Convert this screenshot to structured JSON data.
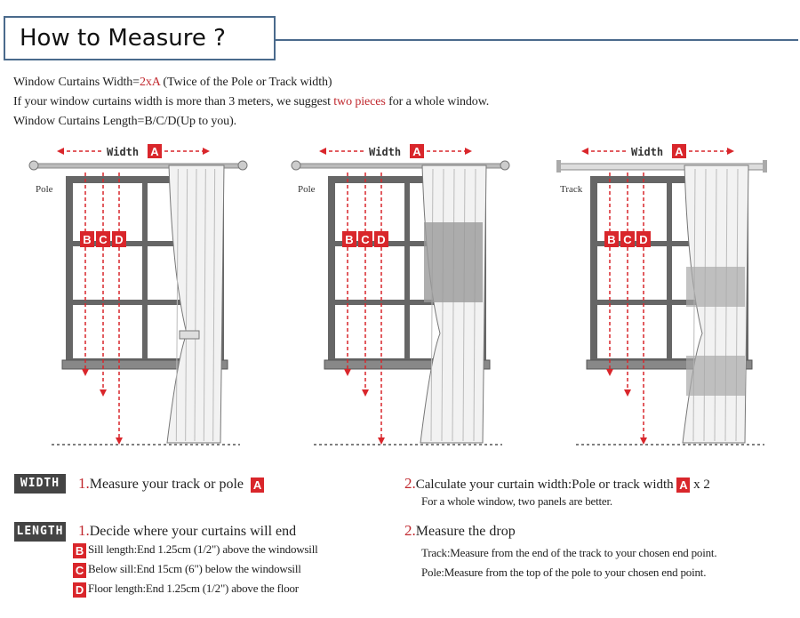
{
  "header": {
    "title": "How to Measure ?"
  },
  "intro": {
    "line1_prefix": "Window Curtains Width=",
    "line1_red": "2xA",
    "line1_suffix": " (Twice of the Pole or Track width)",
    "line2_prefix": "If your window curtains width is more than 3 meters, we suggest ",
    "line2_red": "two pieces",
    "line2_suffix": " for a whole window.",
    "line3": "Window Curtains Length=B/C/D(Up to you)."
  },
  "diagrams": [
    {
      "width_label": "Width",
      "rail_label": "Pole",
      "marker_a": "A",
      "marker_b": "B",
      "marker_c": "C",
      "marker_d": "D"
    },
    {
      "width_label": "Width",
      "rail_label": "Pole",
      "marker_a": "A",
      "marker_b": "B",
      "marker_c": "C",
      "marker_d": "D"
    },
    {
      "width_label": "Width",
      "rail_label": "Track",
      "marker_a": "A",
      "marker_b": "B",
      "marker_c": "C",
      "marker_d": "D"
    }
  ],
  "width_section": {
    "tag": "WIDTH",
    "step1_num": "1.",
    "step1_text": "Measure your track or pole",
    "step1_badge": "A",
    "step2_num": "2.",
    "step2_text": "Calculate your curtain width:Pole or track width",
    "step2_badge": "A",
    "step2_suffix": " x 2",
    "step2_note": "For a whole window, two panels are better."
  },
  "length_section": {
    "tag": "LENGTH",
    "step1_num": "1.",
    "step1_text": "Decide where your curtains will end",
    "options": [
      {
        "badge": "B",
        "text": "Sill length:End 1.25cm (1/2\") above the windowsill"
      },
      {
        "badge": "C",
        "text": "Below sill:End 15cm (6\") below the windowsill"
      },
      {
        "badge": "D",
        "text": "Floor length:End 1.25cm (1/2\") above the floor"
      }
    ],
    "step2_num": "2.",
    "step2_text": "Measure the drop",
    "track_note": "Track:Measure from the end of the track to your chosen end point.",
    "pole_note": "Pole:Measure from the top of the pole to your chosen end point."
  },
  "colors": {
    "accent_red": "#d9262b",
    "title_border": "#4a6a8c",
    "tag_bg": "#444444"
  }
}
